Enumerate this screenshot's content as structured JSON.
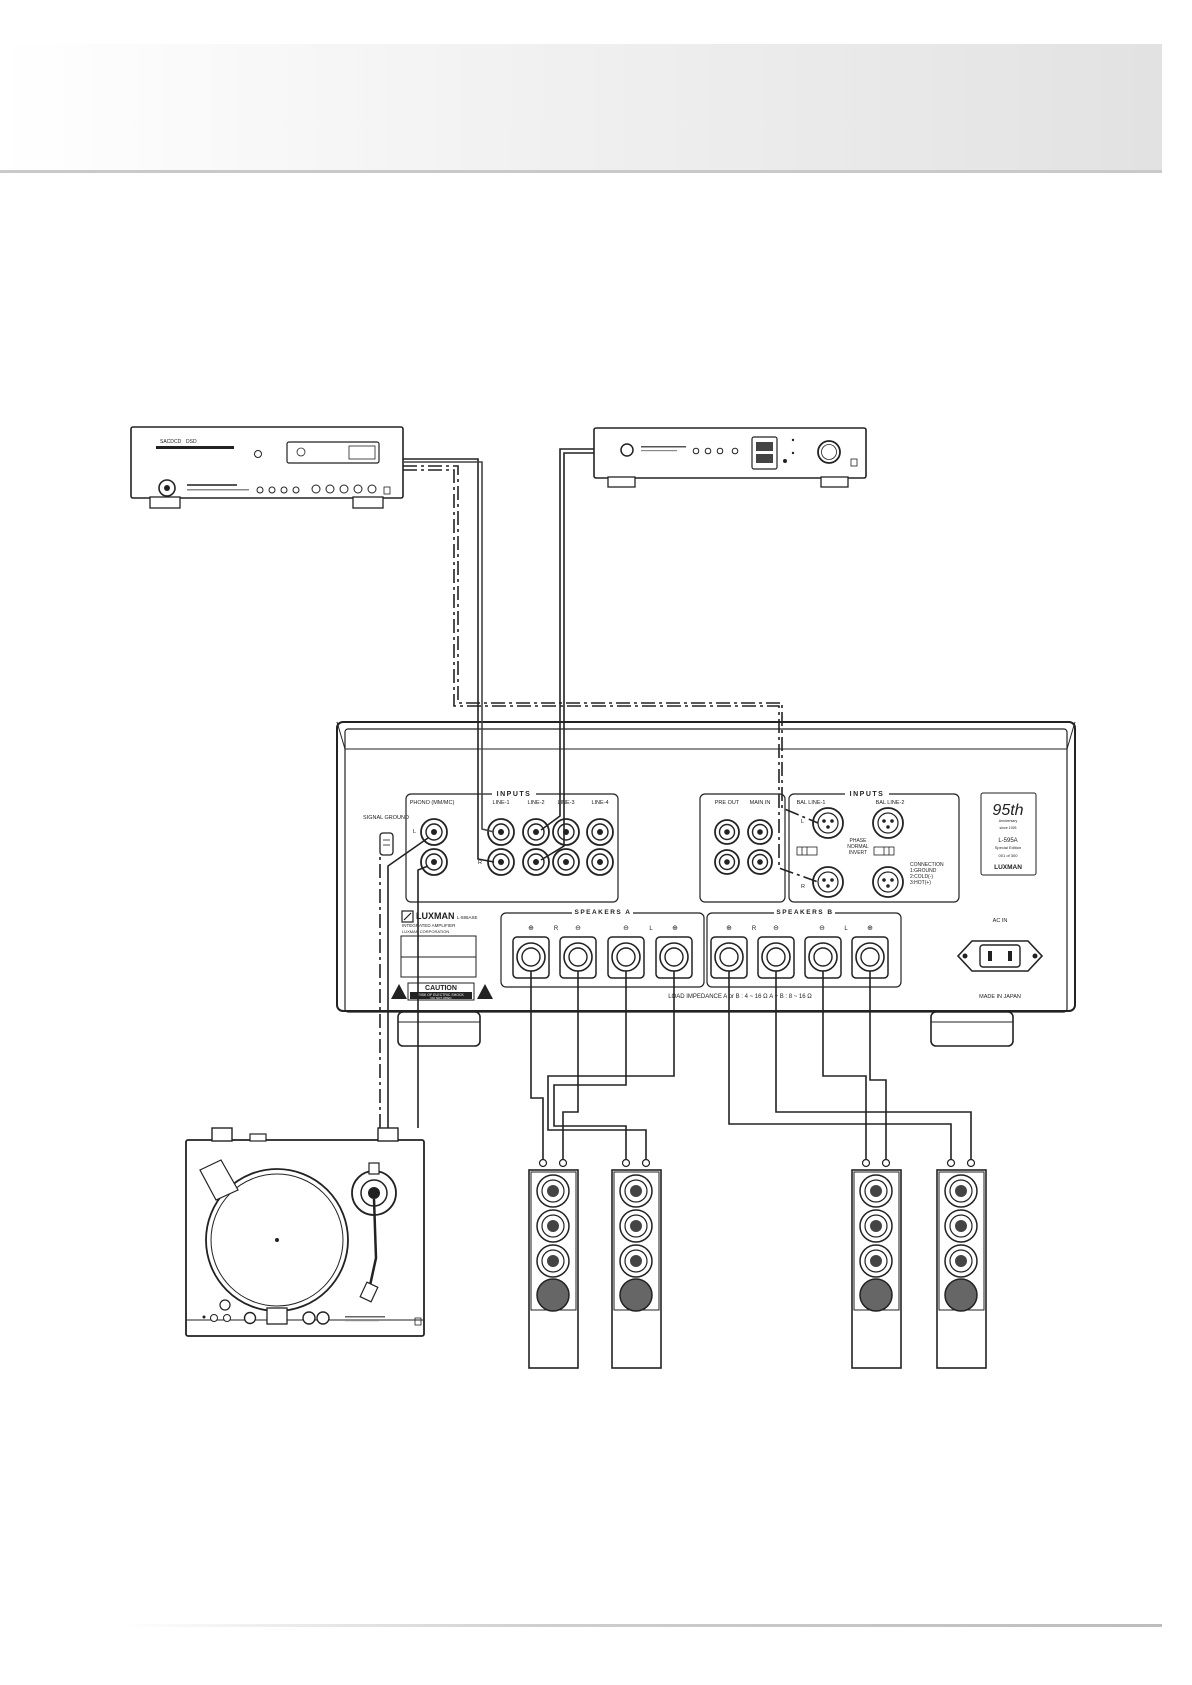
{
  "header": {
    "title": ""
  },
  "amplifier": {
    "inputs_left_title": "INPUTS",
    "phono_label": "PHONO (MM/MC)",
    "line1_label": "LINE-1",
    "line2_label": "LINE-2",
    "line3_label": "LINE-3",
    "line4_label": "LINE-4",
    "signal_ground_label": "SIGNAL GROUND",
    "inputs_right_title": "INPUTS",
    "pre_out_label": "PRE OUT",
    "main_in_label": "MAIN IN",
    "bal_line1_label": "BAL LINE-1",
    "bal_line2_label": "BAL LINE-2",
    "phase_label": "PHASE",
    "normal_label": "NORMAL",
    "invert_label": "INVERT",
    "connection_label": "CONNECTION",
    "conn_1": "1:GROUND",
    "conn_2": "2:COLD(-)",
    "conn_3": "3:HOT(+)",
    "ch_l": "L",
    "ch_r": "R",
    "brand": "LUXMAN",
    "model_suffix": "L-595ASE",
    "integrated_amp": "INTEGRATED AMPLIFIER",
    "corp": "LUXMAN CORPORATION",
    "speakers_a_title": "SPEAKERS A",
    "speakers_b_title": "SPEAKERS B",
    "plus_sign": "⊕",
    "minus_sign": "⊖",
    "load_impedance": "LOAD IMPEDANCE  A or B : 4 ~ 16 Ω   A + B : 8 ~ 16 Ω",
    "caution_title": "CAUTION",
    "caution_line1": "RISK OF ELECTRIC SHOCK",
    "caution_line2": "DO NOT OPEN",
    "ac_in_label": "AC IN",
    "made_in_japan": "MADE IN JAPAN",
    "badge_95": "95th",
    "badge_anniv": "Anniversary",
    "badge_since": "since 1925",
    "badge_model": "L-595A",
    "badge_edition": "Special Edition",
    "badge_serial": "001 of 300",
    "badge_brand": "LUXMAN"
  },
  "cd_player": {
    "labels": [
      "SACD",
      "CD",
      "DSD"
    ]
  }
}
